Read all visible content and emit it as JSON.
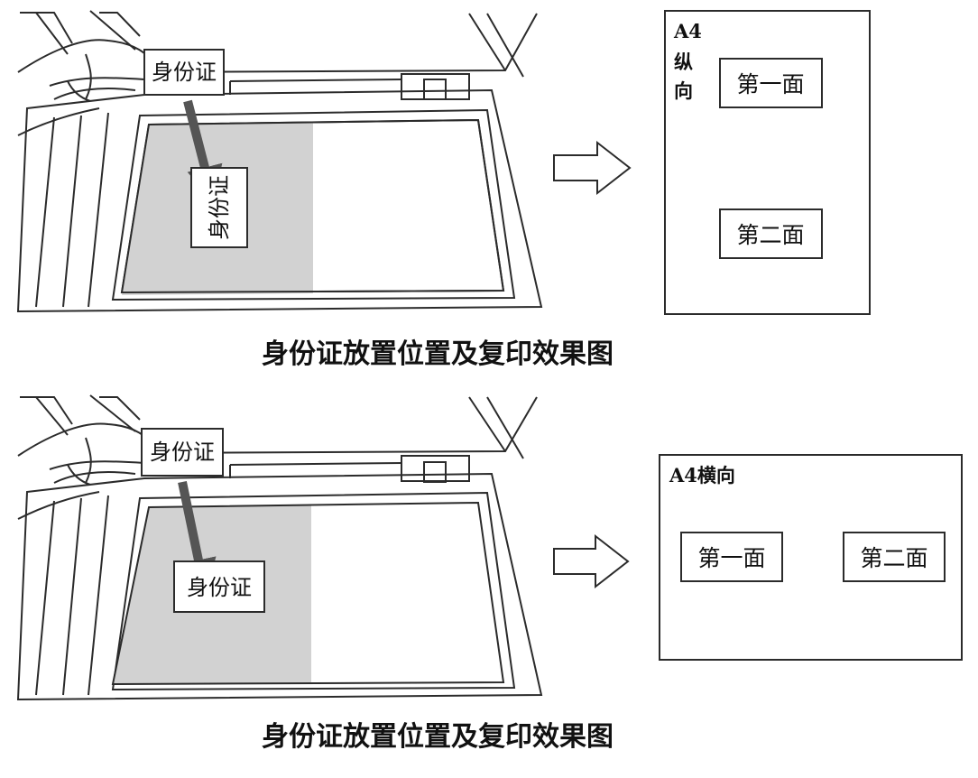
{
  "panel1": {
    "card_label": "身份证",
    "card_on_glass_label": "身份证",
    "paper_title_line1": "A4",
    "paper_title_line2": "纵",
    "paper_title_line3": "向",
    "box1": "第一面",
    "box2": "第二面",
    "caption": "身份证放置位置及复印效果图"
  },
  "panel2": {
    "card_label": "身份证",
    "card_on_glass_label": "身份证",
    "paper_title": "A4横向",
    "box1": "第一面",
    "box2": "第二面",
    "caption": "身份证放置位置及复印效果图"
  },
  "colors": {
    "line": "#2b2b2b",
    "glass_shade": "#d2d2d2",
    "background": "#ffffff"
  }
}
